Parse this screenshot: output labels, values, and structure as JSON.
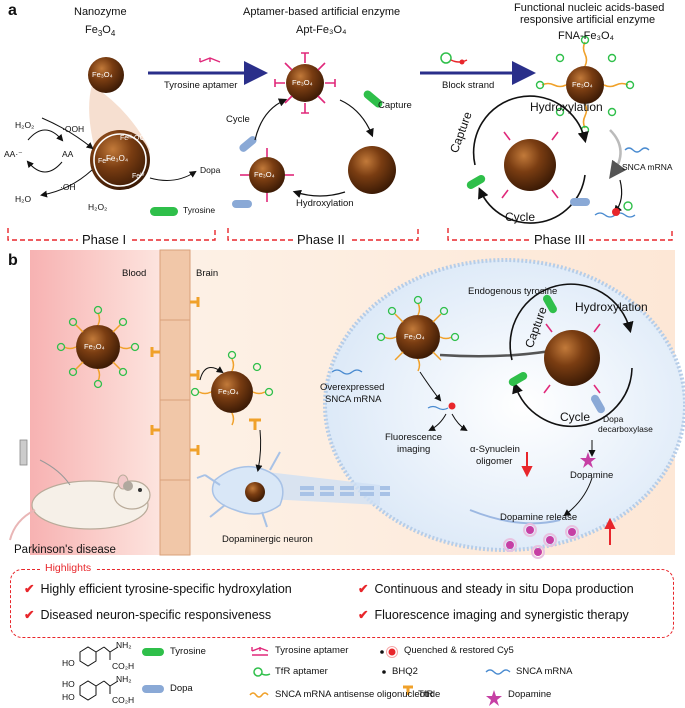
{
  "panel_a": {
    "letter": "a",
    "nanozyme_title": "Nanozyme",
    "nanozyme_formula_main": "Fe",
    "nanozyme_formula_sub1": "3",
    "nanozyme_formula_mid": "O",
    "nanozyme_formula_sub2": "4",
    "apt_title": "Aptamer-based artificial enzyme",
    "apt_formula": "Apt-Fe₃O₄",
    "fna_title_line1": "Functional nucleic acids-based",
    "fna_title_line2": "responsive artificial enzyme",
    "fna_formula": "FNA-Fe₃O₄",
    "arrow1_label": "Tyrosine aptamer",
    "arrow2_label": "Block strand",
    "h2o2_top": "H₂O₂",
    "ooh": "·OOH",
    "aa_left": "AA·⁻",
    "aa_right": "AA",
    "oh": "·OH",
    "h2o": "H₂O",
    "h2o2_bottom": "H₂O₂",
    "dopa": "Dopa",
    "tyrosine": "Tyrosine",
    "fe_iii_ooh": "Feᴵᴵᴵ-OOH",
    "fe2": "Fe²⁺",
    "fe_iv": "Feᴵⱽ",
    "core_label": "Fe₃O₄",
    "cycle": "Cycle",
    "capture": "Capture",
    "hydroxylation": "Hydroxylation",
    "snca_mrna": "SNCA mRNA",
    "phase1": "Phase I",
    "phase2": "Phase II",
    "phase3": "Phase III"
  },
  "panel_b": {
    "letter": "b",
    "blood": "Blood",
    "brain": "Brain",
    "endogenous_tyrosine": "Endogenous tyrosine",
    "overexpressed_line1": "Overexpressed",
    "overexpressed_line2": "SNCA mRNA",
    "fluor_line1": "Fluorescence",
    "fluor_line2": "imaging",
    "synuclein_line1": "α-Synuclein",
    "synuclein_line2": "oligomer",
    "capture": "Capture",
    "hydroxylation": "Hydroxylation",
    "cycle": "Cycle",
    "dopa_decarb_line1": "Dopa",
    "dopa_decarb_line2": "decarboxylase",
    "dopamine": "Dopamine",
    "dopamine_release": "Dopamine release",
    "dopaminergic_neuron": "Dopaminergic neuron",
    "parkinsons": "Parkinson's disease",
    "core_label": "Fe₃O₄"
  },
  "highlights": {
    "title": "Highlights",
    "items": [
      "Highly efficient tyrosine-specific hydroxylation",
      "Continuous and steady in situ Dopa production",
      "Diseased neuron-specific responsiveness",
      "Fluorescence imaging and synergistic therapy"
    ]
  },
  "legend": {
    "tyrosine": "Tyrosine",
    "dopa": "Dopa",
    "tyrosine_aptamer": "Tyrosine aptamer",
    "tfr_aptamer": "TfR aptamer",
    "antisense": "SNCA mRNA antisense oligonucleotide",
    "quenched": "Quenched & restored Cy5",
    "bhq2": "BHQ2",
    "tfr": "TfR",
    "snca_mrna": "SNCA mRNA",
    "dopamine": "Dopamine",
    "struct_ho": "HO",
    "struct_nh2": "NH₂",
    "struct_co2h": "CO₂H"
  },
  "colors": {
    "accent_red": "#e8262b",
    "tyrosine_green": "#2fbf4a",
    "dopa_blue": "#8aa9d6",
    "aptamer_pink": "#e0287a",
    "tfr_orange": "#f0a12a",
    "arrow_navy": "#2a2f8a",
    "core_brown": "#7a3d12"
  }
}
